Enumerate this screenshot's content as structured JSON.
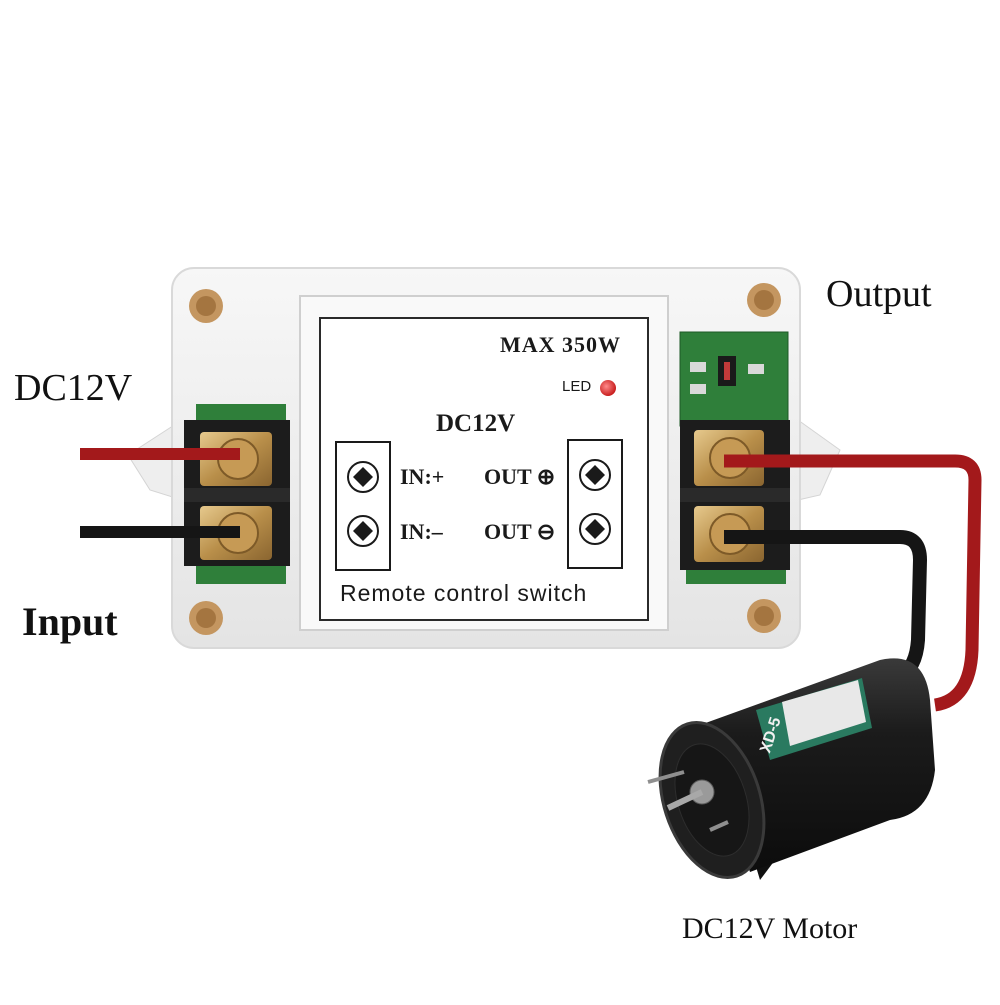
{
  "labels": {
    "left_voltage": "DC12V",
    "input": "Input",
    "output": "Output",
    "motor": "DC12V Motor"
  },
  "panel": {
    "max": "MAX  350W",
    "led": "LED",
    "voltage": "DC12V",
    "in_plus": "IN:+",
    "in_minus": "IN:–",
    "out_plus": "OUT ⊕",
    "out_minus": "OUT ⊖",
    "footer": "Remote control switch"
  },
  "motor_label": "XD-5",
  "colors": {
    "casing": "#f3f3f3",
    "panel": "#fbfbfb",
    "terminal": "#1c1c1c",
    "brass": "#c9a25e",
    "pcb": "#2f7f3a",
    "wire_red": "#a3191b",
    "wire_black": "#151515",
    "led_red": "#e43434",
    "motor_body": "#1e1e1e"
  }
}
